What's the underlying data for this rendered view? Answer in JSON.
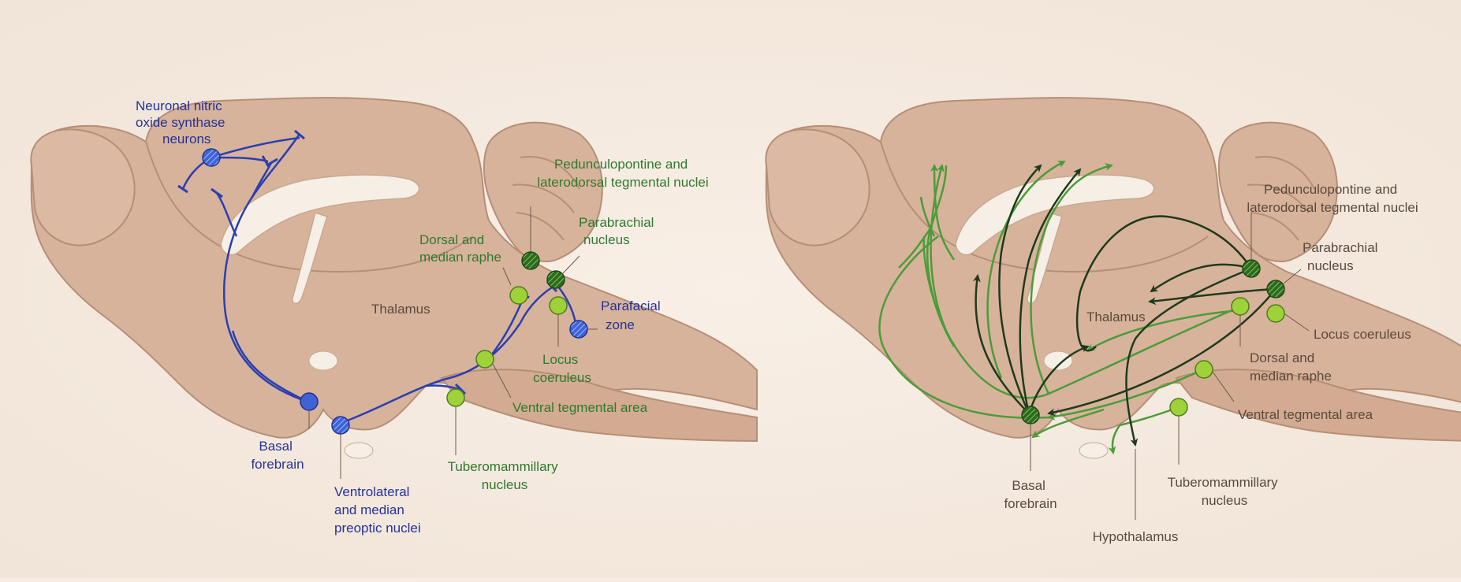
{
  "colors": {
    "background": "#f6ece2",
    "brain": "#d8b39b",
    "brain_edge": "#b58e76",
    "ventricle": "#f5efe6",
    "inhibitory_line": "#2b3fb0",
    "sleep_neuron": "#3f63d6",
    "wake_neuron_light": "#9fd23a",
    "wake_neuron_dark": "#2e6b21",
    "wake_projection_light": "#4b9c3a",
    "wake_projection_dark": "#1f3a1d",
    "label_blue": "#24329a",
    "label_green": "#2f7a2e",
    "label_neutral": "#5a4a3c"
  },
  "left_panel": {
    "labels": {
      "nnos": [
        "Neuronal nitric",
        "oxide synthase",
        "neurons"
      ],
      "thalamus": "Thalamus",
      "ppt_ldt": [
        "Pedunculopontine and",
        "laterodorsal tegmental nuclei"
      ],
      "parabrachial": [
        "Parabrachial",
        "nucleus"
      ],
      "raphe": [
        "Dorsal and",
        "median raphe"
      ],
      "parafacial": [
        "Parafacial",
        "zone"
      ],
      "locus": [
        "Locus",
        "coeruleus"
      ],
      "vta": "Ventral tegmental area",
      "basal_forebrain": [
        "Basal",
        "forebrain"
      ],
      "vlpo": [
        "Ventrolateral",
        "and median",
        "preoptic nuclei"
      ],
      "tmn": [
        "Tuberomammillary",
        "nucleus"
      ]
    }
  },
  "right_panel": {
    "labels": {
      "ppt_ldt": [
        "Pedunculopontine and",
        "laterodorsal tegmental nuclei"
      ],
      "parabrachial": [
        "Parabrachial",
        "nucleus"
      ],
      "thalamus": "Thalamus",
      "locus": "Locus coeruleus",
      "raphe": [
        "Dorsal and",
        "median raphe"
      ],
      "vta": "Ventral tegmental area",
      "basal_forebrain": [
        "Basal",
        "forebrain"
      ],
      "tmn": [
        "Tuberomammillary",
        "nucleus"
      ],
      "hypothalamus": "Hypothalamus"
    }
  }
}
